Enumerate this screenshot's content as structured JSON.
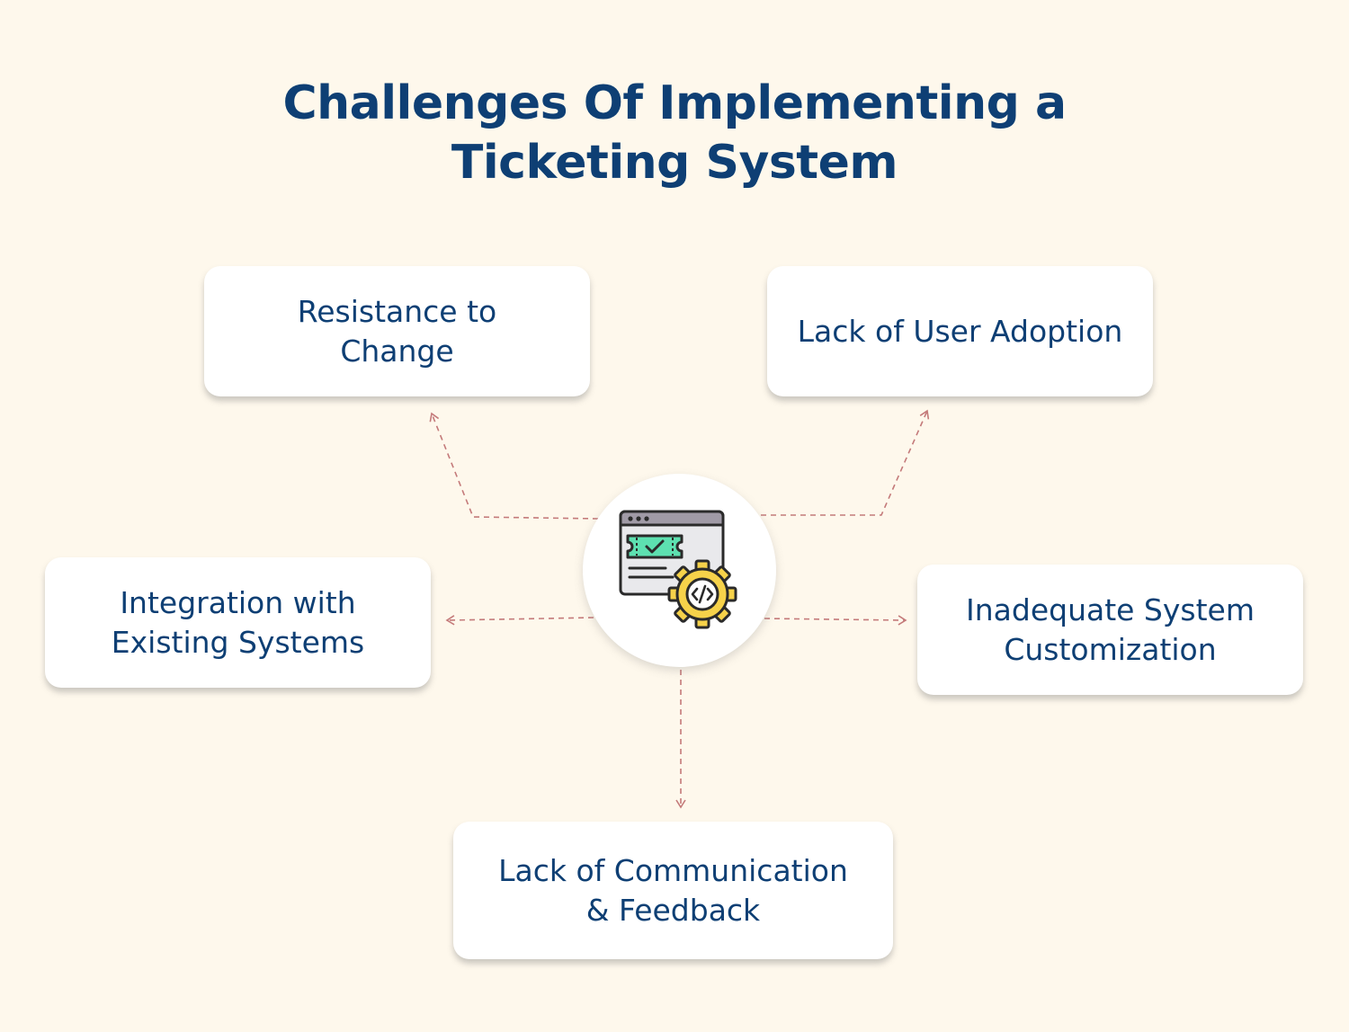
{
  "title": {
    "line1": "Challenges Of Implementing a",
    "line2": "Ticketing System"
  },
  "center_icon": "ticket-system-gear-code-icon",
  "challenges": [
    {
      "label": "Resistance to\nChange"
    },
    {
      "label": "Lack of User Adoption"
    },
    {
      "label": "Integration with\nExisting Systems"
    },
    {
      "label": "Inadequate System\nCustomization"
    },
    {
      "label": "Lack of Communication\n& Feedback"
    }
  ],
  "colors": {
    "background": "#fef8ec",
    "text": "#0e3f74",
    "connector": "#c47a7a",
    "ticket": "#5de0b0",
    "gear": "#f6d24a"
  }
}
